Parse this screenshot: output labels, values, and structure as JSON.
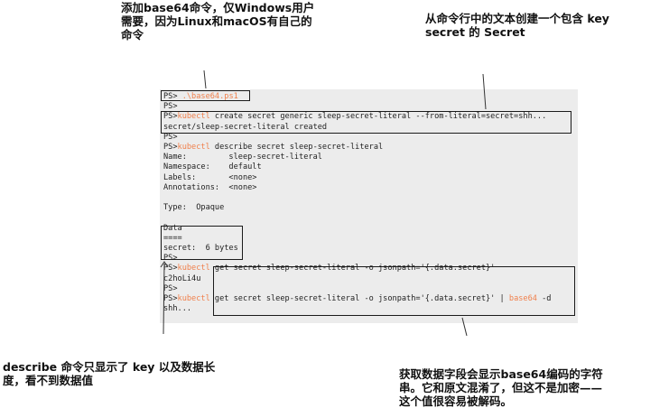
{
  "annotations": {
    "top_left": [
      "添加base64命令，仅Windows用户",
      "需要，因为Linux和macOS有自己的",
      "命令"
    ],
    "top_right": [
      "从命令行中的文本创建一个包含 key",
      "secret 的 Secret"
    ],
    "bottom_left": [
      "describe 命令只显示了 key 以及数据长",
      "度，看不到数据值"
    ],
    "bottom_right": [
      "获取数据字段会显示base64编码的字符",
      "串。它和原文混淆了，但这不是加密——",
      "这个值很容易被解码。"
    ]
  },
  "terminal": {
    "lines": [
      {
        "prompt": "PS>",
        "cmd": " .\\base64.ps1",
        "text": ""
      },
      {
        "prompt": "PS>",
        "cmd": "",
        "text": ""
      },
      {
        "prompt": "PS>",
        "cmd": "kubectl",
        "text": " create secret generic sleep-secret-literal --from-literal=secret=shh..."
      },
      {
        "prompt": "",
        "cmd": "",
        "text": "secret/sleep-secret-literal created"
      },
      {
        "prompt": "PS>",
        "cmd": "",
        "text": ""
      },
      {
        "prompt": "PS>",
        "cmd": "kubectl",
        "text": " describe secret sleep-secret-literal"
      },
      {
        "prompt": "",
        "cmd": "",
        "text": "Name:         sleep-secret-literal"
      },
      {
        "prompt": "",
        "cmd": "",
        "text": "Namespace:    default"
      },
      {
        "prompt": "",
        "cmd": "",
        "text": "Labels:       <none>"
      },
      {
        "prompt": "",
        "cmd": "",
        "text": "Annotations:  <none>"
      },
      {
        "prompt": "",
        "cmd": "",
        "text": ""
      },
      {
        "prompt": "",
        "cmd": "",
        "text": "Type:  Opaque"
      },
      {
        "prompt": "",
        "cmd": "",
        "text": ""
      },
      {
        "prompt": "",
        "cmd": "",
        "text": "Data"
      },
      {
        "prompt": "",
        "cmd": "",
        "text": "===="
      },
      {
        "prompt": "",
        "cmd": "",
        "text": "secret:  6 bytes"
      },
      {
        "prompt": "PS>",
        "cmd": "",
        "text": ""
      },
      {
        "prompt": "PS>",
        "cmd": "kubectl",
        "text": " get secret sleep-secret-literal -o jsonpath='{.data.secret}'"
      },
      {
        "prompt": "",
        "cmd": "",
        "text": "c2hoLi4u"
      },
      {
        "prompt": "PS>",
        "cmd": "",
        "text": ""
      },
      {
        "prompt": "PS>",
        "cmd": "kubectl",
        "text": " get secret sleep-secret-literal -o jsonpath='{.data.secret}' | ",
        "cmd2": "base64",
        "text2": " -d"
      },
      {
        "prompt": "",
        "cmd": "",
        "text": "shh..."
      }
    ]
  }
}
